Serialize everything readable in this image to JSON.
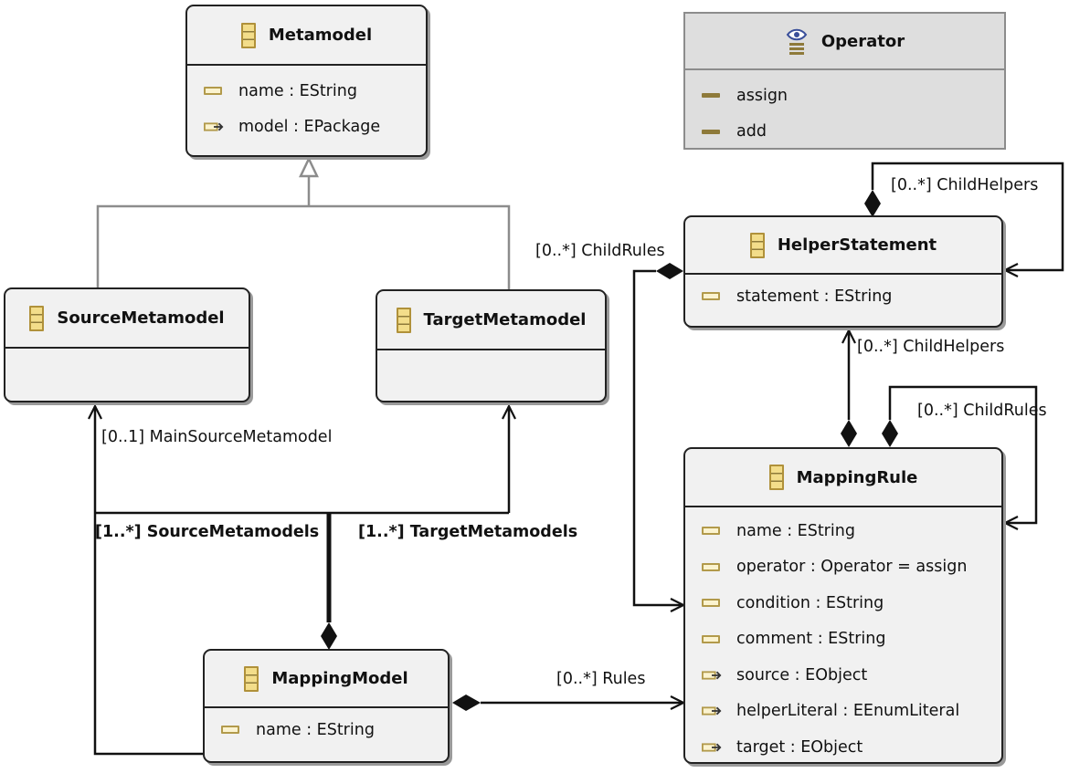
{
  "classes": {
    "metamodel": {
      "title": "Metamodel",
      "attrs": [
        {
          "icon": "attribute-icon",
          "text": "name : EString"
        },
        {
          "icon": "reference-icon",
          "text": "model : EPackage"
        }
      ]
    },
    "operator": {
      "title": "Operator",
      "literals": [
        "assign",
        "add"
      ]
    },
    "source": {
      "title": "SourceMetamodel"
    },
    "target": {
      "title": "TargetMetamodel"
    },
    "helper": {
      "title": "HelperStatement",
      "attrs": [
        {
          "icon": "attribute-icon",
          "text": "statement : EString"
        }
      ]
    },
    "mappingRule": {
      "title": "MappingRule",
      "attrs": [
        {
          "icon": "attribute-icon",
          "text": "name : EString"
        },
        {
          "icon": "attribute-icon",
          "text": "operator : Operator = assign"
        },
        {
          "icon": "attribute-icon",
          "text": "condition : EString"
        },
        {
          "icon": "attribute-icon",
          "text": "comment : EString"
        },
        {
          "icon": "reference-icon",
          "text": "source : EObject"
        },
        {
          "icon": "reference-icon",
          "text": "helperLiteral : EEnumLiteral"
        },
        {
          "icon": "reference-icon",
          "text": "target : EObject"
        }
      ]
    },
    "mappingModel": {
      "title": "MappingModel",
      "attrs": [
        {
          "icon": "attribute-icon",
          "text": "name : EString"
        }
      ]
    }
  },
  "labels": {
    "helper_child_helpers_top": "[0..*] ChildHelpers",
    "helper_child_rules": "[0..*] ChildRules",
    "rule_child_helpers": "[0..*] ChildHelpers",
    "rule_child_rules": "[0..*] ChildRules",
    "main_source": "[0..1] MainSourceMetamodel",
    "source_metamodels": "[1..*] SourceMetamodels",
    "target_metamodels": "[1..*] TargetMetamodels",
    "rules": "[0..*] Rules"
  },
  "icons": {
    "class_icon": "eclass-icon",
    "enum_icon": "eenum-icon",
    "attribute_icon": "attribute-icon",
    "reference_icon": "reference-icon",
    "literal_icon": "enum-literal-icon"
  },
  "colors": {
    "class_fill": "#f1f1f1",
    "enum_fill": "#dedede",
    "border": "#222222",
    "generalization": "#8c8c8c",
    "icon_gold": "#b0913a"
  }
}
